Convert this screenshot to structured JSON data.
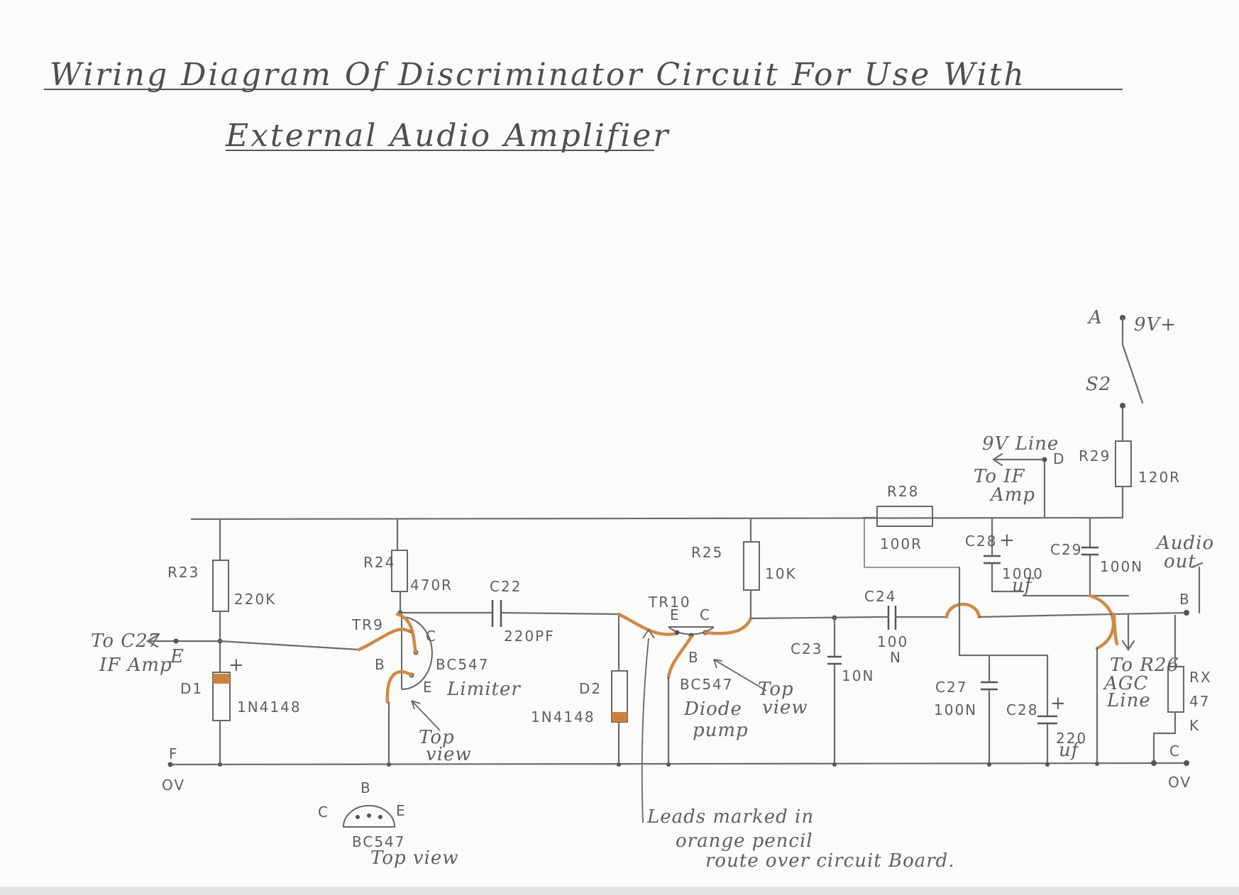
{
  "title": {
    "line1": "Wiring Diagram Of Discriminator Circuit For Use With",
    "line2": "External Audio Amplifier"
  },
  "components": {
    "r23": {
      "ref": "R23",
      "value": "220K"
    },
    "r24": {
      "ref": "R24",
      "value": "470R"
    },
    "r25": {
      "ref": "R25",
      "value": "10K"
    },
    "r28": {
      "ref": "R28",
      "value": "100R"
    },
    "r29": {
      "ref": "R29",
      "value": "120R"
    },
    "rx": {
      "ref": "RX",
      "value1": "47",
      "value2": "K"
    },
    "c22": {
      "ref": "C22",
      "value": "220PF"
    },
    "c23": {
      "ref": "C23",
      "value": "10N"
    },
    "c24": {
      "ref": "C24",
      "value1": "100",
      "value2": "N"
    },
    "c27": {
      "ref": "C27",
      "value": "100N"
    },
    "c28a": {
      "ref": "C28",
      "value1": "1000",
      "value2": "uf"
    },
    "c28b": {
      "ref": "C28",
      "value1": "220",
      "value2": "uf"
    },
    "c29": {
      "ref": "C29",
      "value": "100N"
    },
    "d1": {
      "ref": "D1",
      "value": "1N4148"
    },
    "d2": {
      "ref": "D2",
      "value": "1N4148"
    },
    "tr9": {
      "ref": "TR9",
      "type": "BC547",
      "role": "Limiter",
      "pin_c": "C",
      "pin_b": "B",
      "pin_e": "E"
    },
    "tr10": {
      "ref": "TR10",
      "type": "BC547",
      "role1": "Diode",
      "role2": "pump",
      "pin_e": "E",
      "pin_c": "C",
      "pin_b": "B"
    },
    "s2": {
      "ref": "S2"
    }
  },
  "labels": {
    "supply": "9V+",
    "point_a": "A",
    "point_b": "B",
    "point_c": "C",
    "point_d": "D",
    "point_e": "E",
    "point_f": "F",
    "ov_left": "OV",
    "ov_right": "OV",
    "plus": "+",
    "to_c27": "To C27",
    "if_amp": "IF Amp",
    "nine_v_line": "9V Line",
    "to_if": "To IF",
    "amp": "Amp",
    "audio": "Audio",
    "out": "out",
    "to_r26": "To R26",
    "agc": "AGC",
    "line": "Line",
    "top_view_tr9_1": "Top",
    "top_view_tr9_2": "view",
    "top_view_tr10_1": "Top",
    "top_view_tr10_2": "view",
    "pinout_b": "B",
    "pinout_c": "C",
    "pinout_e": "E",
    "pinout_type": "BC547",
    "pinout_caption": "Top view",
    "note1": "Leads marked in",
    "note2": "orange pencil",
    "note3": "route over circuit Board."
  }
}
